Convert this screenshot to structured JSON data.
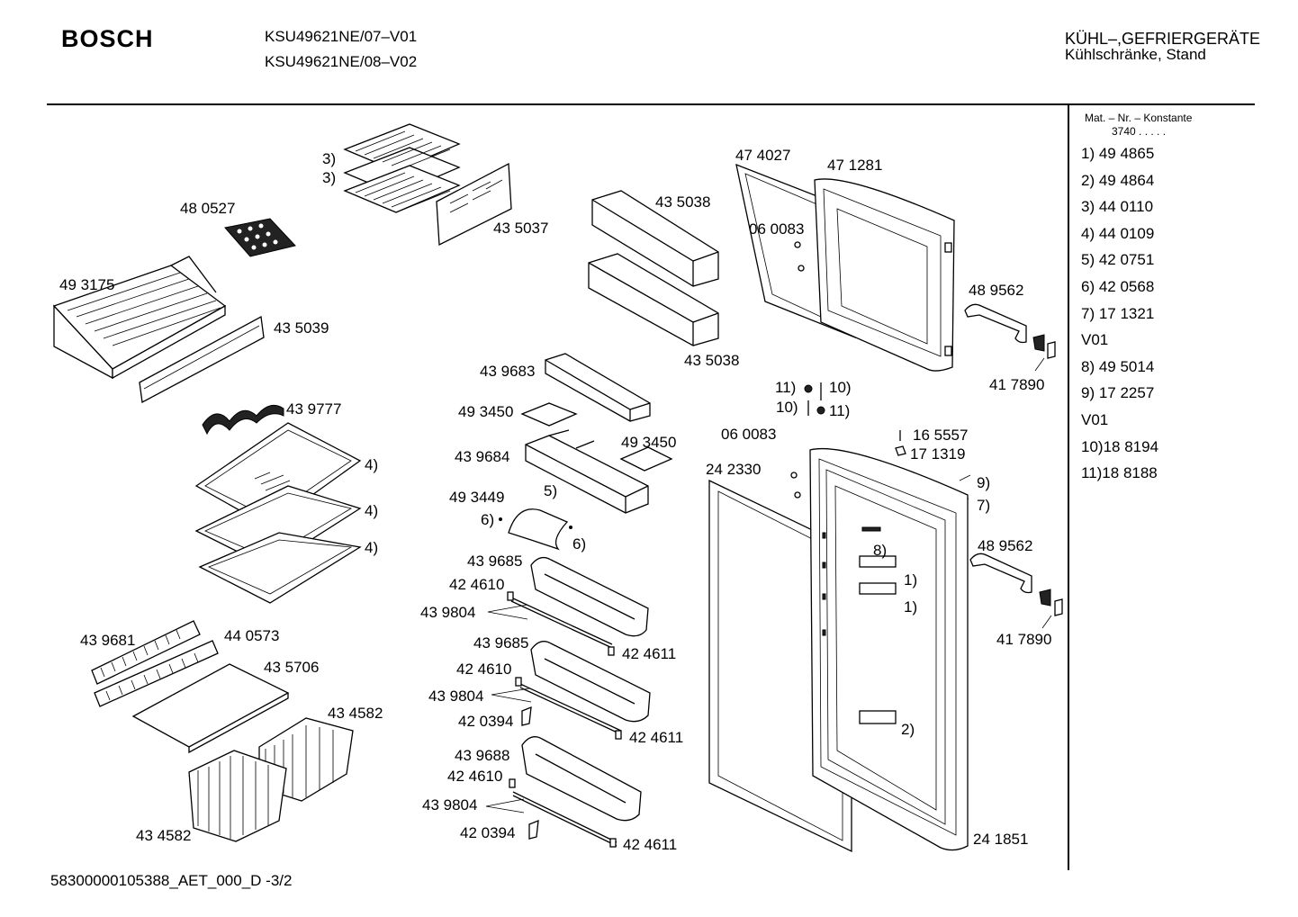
{
  "header": {
    "brand": "BOSCH",
    "model_lines": [
      "KSU49621NE/07–V01",
      "KSU49621NE/08–V02"
    ],
    "category_lines": [
      "KÜHL–,GEFRIERGERÄTE",
      "Kühlschränke, Stand"
    ]
  },
  "footer": {
    "doc_id": "58300000105388_AET_000_D  -3/2"
  },
  "sidebar": {
    "heading": "Mat. – Nr. – Konstante",
    "constant": "3740  .  .  .  .  .",
    "entries": [
      "1)  49 4865",
      "2)  49 4864",
      "3)  44 0110",
      "4)  44 0109",
      "5)  42 0751",
      "6)  42 0568",
      "7)  17 1321",
      "     V01",
      "8)  49 5014",
      "9)  17 2257",
      "     V01",
      "10)18 8194",
      "11)18 8188"
    ]
  },
  "labels": [
    "3)",
    "3)",
    "48 0527",
    "43 5037",
    "49 3175",
    "43 5039",
    "43 9777",
    "4)",
    "4)",
    "4)",
    "43 9681",
    "44 0573",
    "43 5706",
    "43 4582",
    "43 4582",
    "43 5038",
    "43 5038",
    "43 9683",
    "49 3450",
    "43 9684",
    "49 3450",
    "49 3449",
    "5)",
    "6)",
    "6)",
    "43 9685",
    "42 4610",
    "43 9804",
    "43 9685",
    "42 4611",
    "42 4610",
    "43 9804",
    "42 0394",
    "42 4611",
    "43 9688",
    "42 4610",
    "43 9804",
    "42 0394",
    "42 4611",
    "47 4027",
    "47 1281",
    "06 0083",
    "48 9562",
    "41 7890",
    "11)",
    "10)",
    "10)",
    "11)",
    "06 0083",
    "16 5557",
    "17 1319",
    "24 2330",
    "9)",
    "7)",
    "8)",
    "1)",
    "1)",
    "2)",
    "48 9562",
    "41 7890",
    "24 1851"
  ]
}
